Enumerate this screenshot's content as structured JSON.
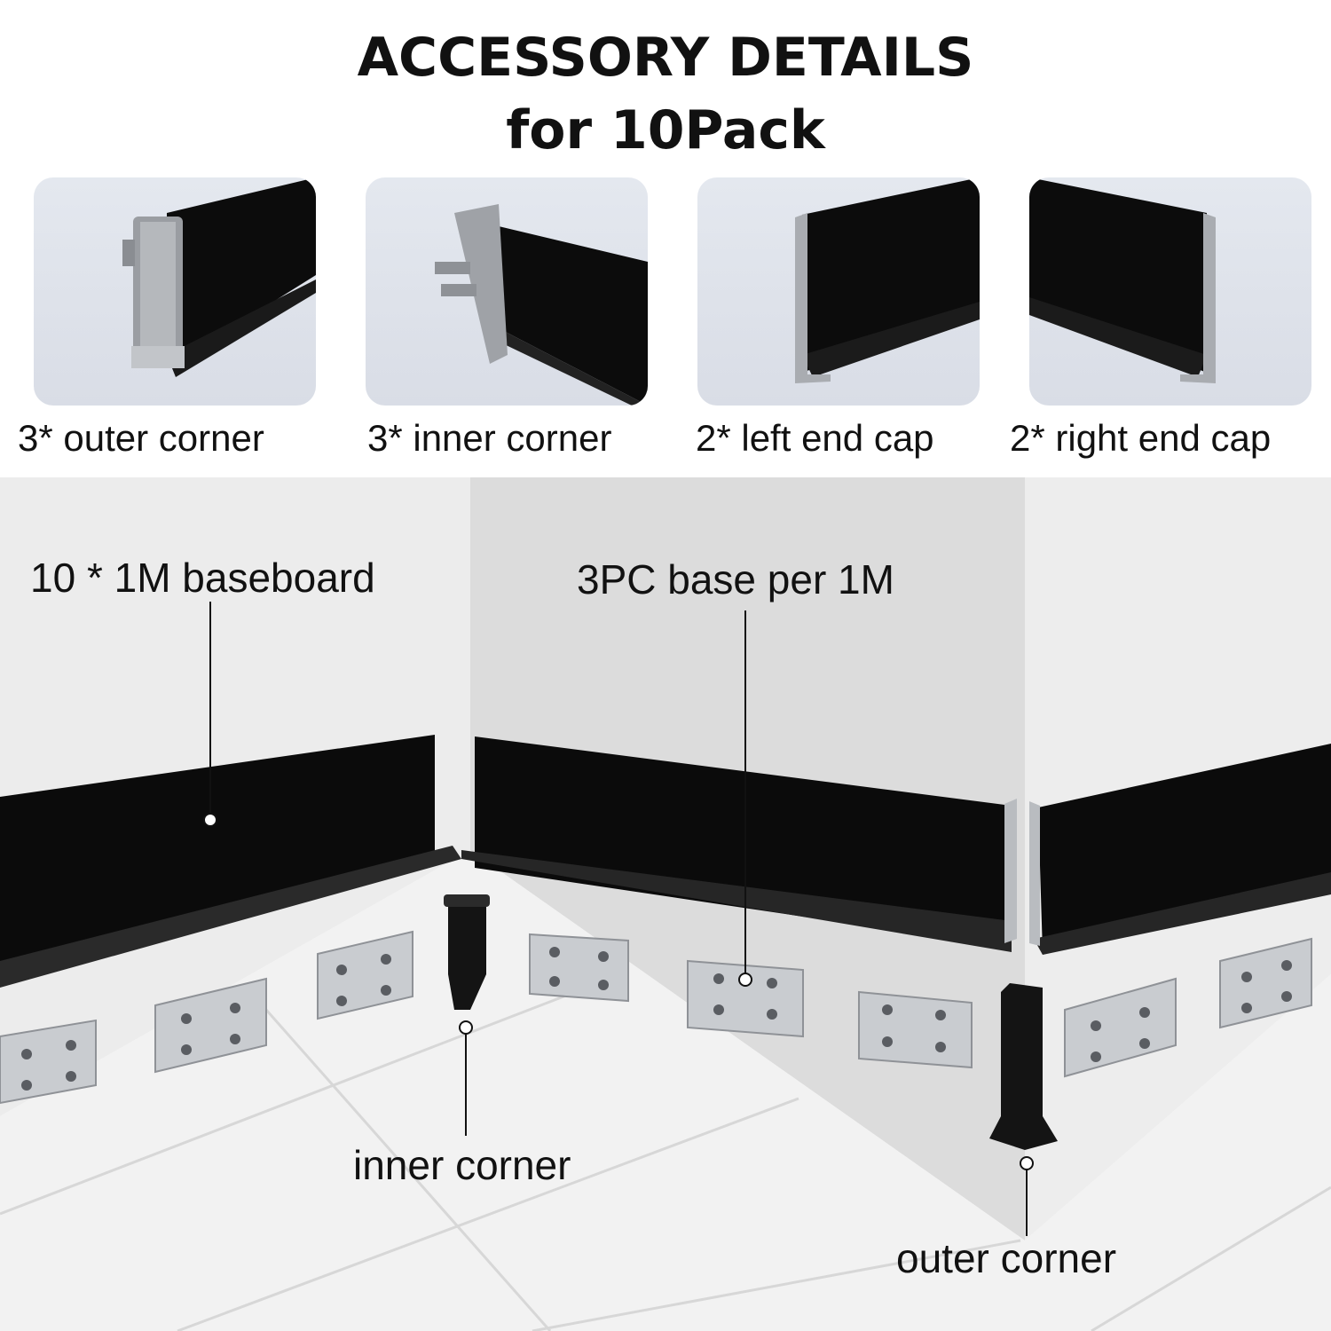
{
  "header": {
    "title_line1": "ACCESSORY DETAILS",
    "title_line2": "for 10Pack"
  },
  "accessories": [
    {
      "caption": "3* outer corner",
      "icon": "outer-corner-icon"
    },
    {
      "caption": "3* inner corner",
      "icon": "inner-corner-icon"
    },
    {
      "caption": "2* left end cap",
      "icon": "left-end-cap-icon"
    },
    {
      "caption": "2* right end cap",
      "icon": "right-end-cap-icon"
    }
  ],
  "scene": {
    "baseboard_label": "10 * 1M baseboard",
    "base_label": "3PC base per 1M",
    "inner_corner_label": "inner corner",
    "outer_corner_label": "outer corner"
  },
  "colors": {
    "baseboard": "#0b0b0b",
    "clip_metal": "#c9ccd0",
    "wall": "#e6e6e6",
    "tile_bg": "#dde1e9"
  }
}
